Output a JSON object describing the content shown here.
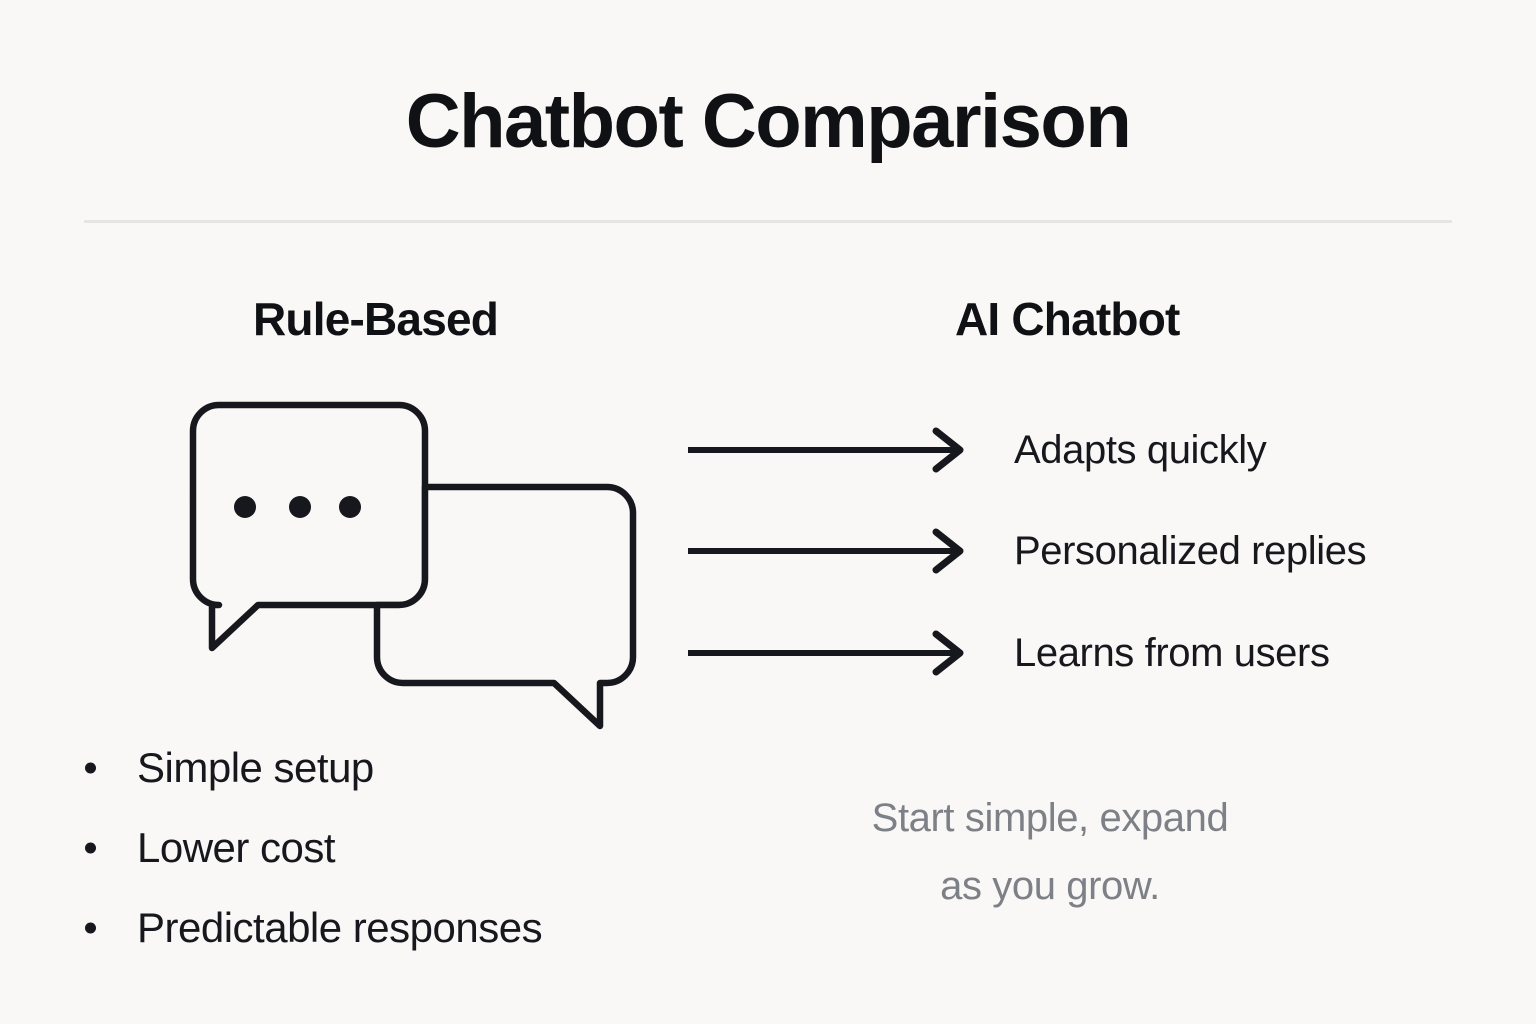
{
  "page": {
    "title": "Chatbot Comparison",
    "background_color": "#f9f8f6",
    "ink_color": "#17181d",
    "muted_color": "#7d8086",
    "divider_color": "#e5e5e6"
  },
  "columns": {
    "left": {
      "heading": "Rule-Based",
      "illustration": "chat-bubbles-icon",
      "bullets": [
        {
          "marker": "bullet-dot",
          "label": "Simple setup"
        },
        {
          "marker": "bullet-dot",
          "label": "Lower cost"
        },
        {
          "marker": "bullet-dot",
          "label": "Predictable responses"
        }
      ]
    },
    "right": {
      "heading": "AI Chatbot",
      "arrows": [
        {
          "icon": "arrow-right-icon",
          "label": "Adapts quickly"
        },
        {
          "icon": "arrow-right-icon",
          "label": "Personalized replies"
        },
        {
          "icon": "arrow-right-icon",
          "label": "Learns from users"
        }
      ],
      "footnote": {
        "line1": "Start simple, expand",
        "line2": "as you grow."
      }
    }
  }
}
